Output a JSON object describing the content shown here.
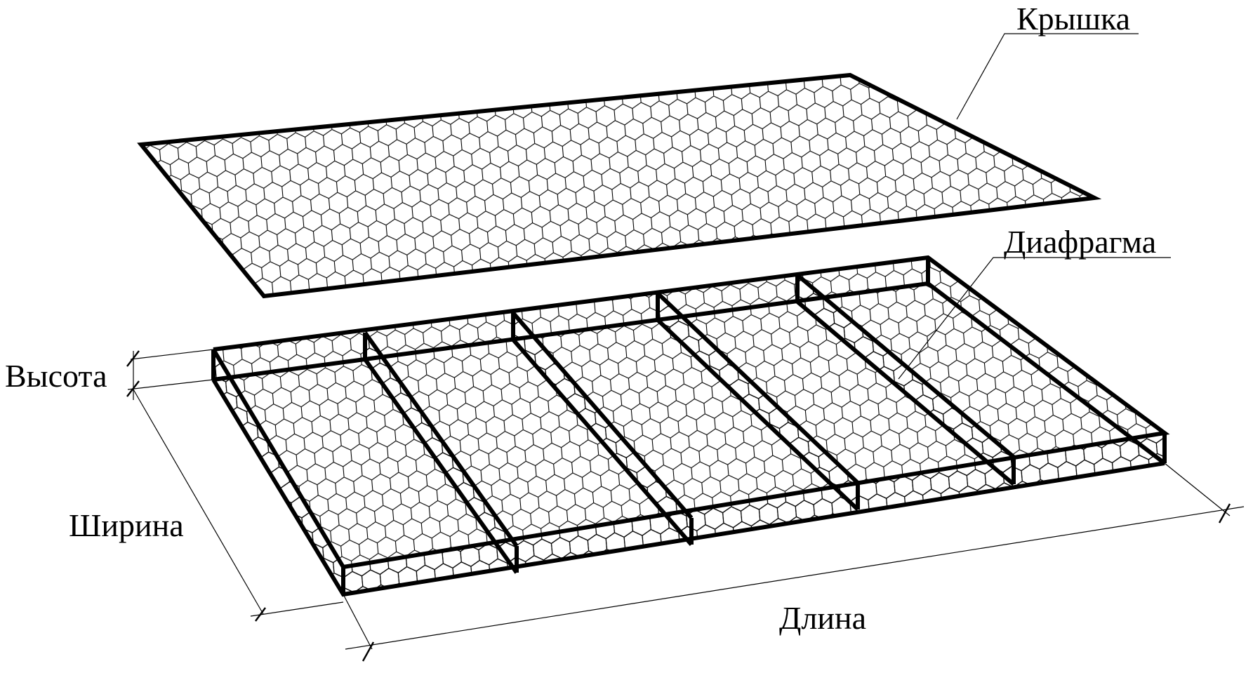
{
  "labels": {
    "lid": "Крышка",
    "diaphragm": "Диафрагма",
    "height": "Высота",
    "width": "Ширина",
    "length": "Длина"
  },
  "mesh": {
    "type": "hexagonal",
    "color": "#000000"
  },
  "diaphragm_count": 4
}
